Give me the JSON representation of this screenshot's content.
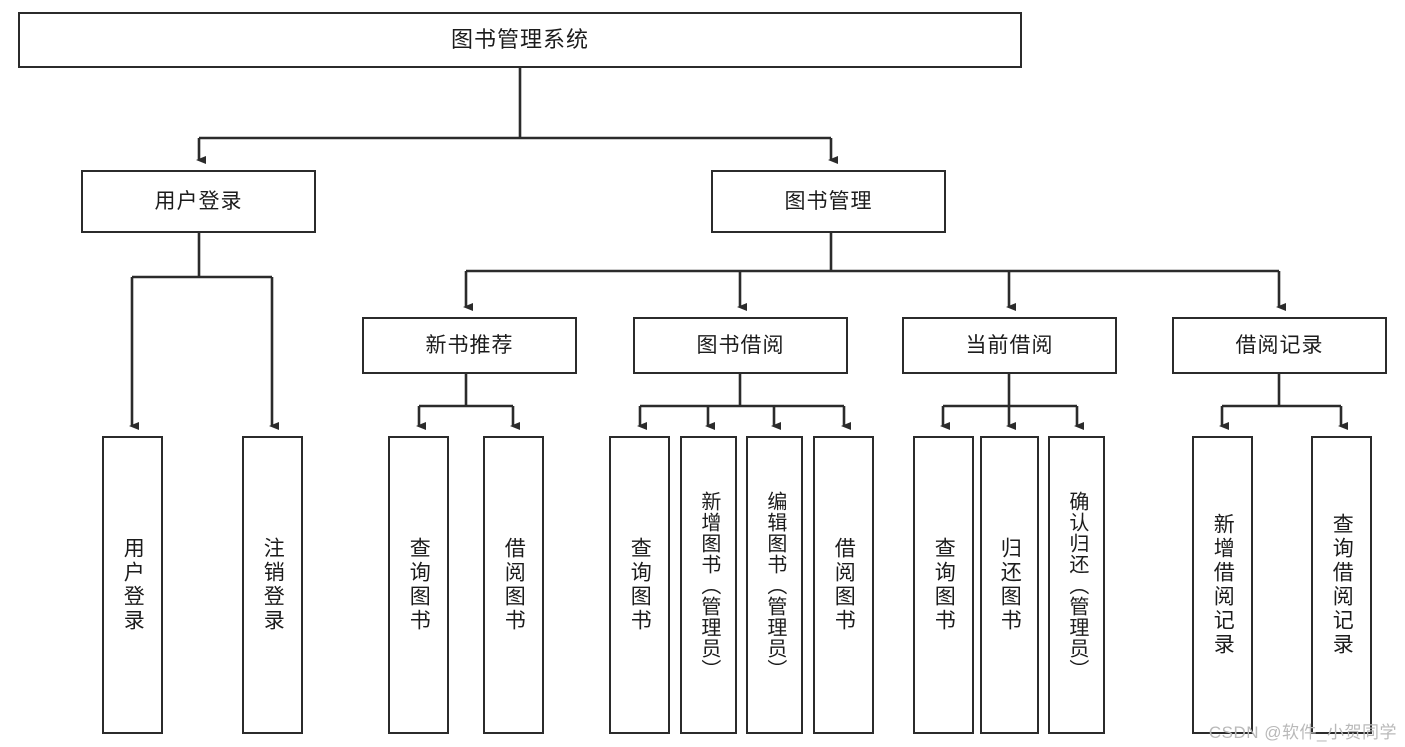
{
  "diagram": {
    "type": "tree-hierarchy",
    "title": "图书管理系统",
    "root": {
      "label": "图书管理系统"
    },
    "level2": [
      {
        "label": "用户登录"
      },
      {
        "label": "图书管理"
      }
    ],
    "level3": [
      {
        "label": "新书推荐"
      },
      {
        "label": "图书借阅"
      },
      {
        "label": "当前借阅"
      },
      {
        "label": "借阅记录"
      }
    ],
    "leaves": {
      "user_login": [
        {
          "label": "用户登录"
        },
        {
          "label": "注销登录"
        }
      ],
      "new_book_recommend": [
        {
          "label": "查询图书"
        },
        {
          "label": "借阅图书"
        }
      ],
      "book_borrow": [
        {
          "label": "查询图书"
        },
        {
          "label": "新增图书（管理员）"
        },
        {
          "label": "编辑图书（管理员）"
        },
        {
          "label": "借阅图书"
        }
      ],
      "current_borrow": [
        {
          "label": "查询图书"
        },
        {
          "label": "归还图书"
        },
        {
          "label": "确认归还（管理员）"
        }
      ],
      "borrow_record": [
        {
          "label": "新增借阅记录"
        },
        {
          "label": "查询借阅记录"
        }
      ]
    }
  },
  "watermark": {
    "text": "CSDN @软件_小贺同学"
  },
  "colors": {
    "stroke": "#2b2b2b",
    "background": "#ffffff",
    "text": "#1c1c1c",
    "watermark": "#b9b9b9"
  }
}
